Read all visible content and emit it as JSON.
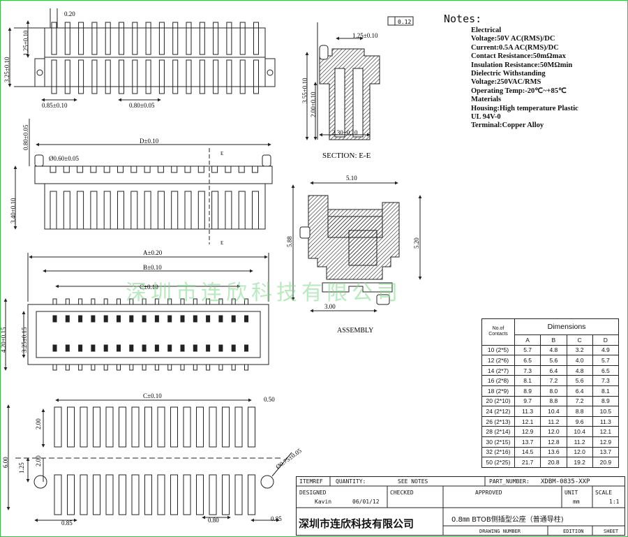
{
  "dims_top": {
    "d020": "0.20",
    "d125": "1.25±0.10",
    "d325": "3.25±0.10",
    "d085": "0.85±0.10",
    "d080": "0.80±0.05"
  },
  "dims_side": {
    "d": "D±0.10",
    "d080": "0.80±0.05",
    "phi": "Ø0.60±0.05",
    "d340": "3.40±0.10",
    "e": "E"
  },
  "dims_front": {
    "a": "A±0.20",
    "b": "B±0.10",
    "c": "C±0.10",
    "d420": "4.20±0.15",
    "d325": "3.25±0.15"
  },
  "dims_pad": {
    "c": "C±0.10",
    "d050": "0.50",
    "d200a": "2.00",
    "d600": "6.00",
    "d125": "1.25",
    "d200b": "2.00",
    "phi": "Ø0.75±0.05",
    "d085a": "0.85",
    "d080": "0.80",
    "d085b": "0.85"
  },
  "section": {
    "flatness": "0.12",
    "d125": "1.25±0.10",
    "d355": "3.55±0.10",
    "d200": "2.00±0.10",
    "d230": "2.30±0.10",
    "title": "SECTION: E-E"
  },
  "assembly": {
    "d510": "5.10",
    "d588": "5.88",
    "d520": "5.20",
    "d300": "3.00",
    "title": "ASSEMBLY"
  },
  "notes": {
    "title": "Notes:",
    "electrical": "Electrical",
    "voltage": "Voltage:50V AC(RMS)/DC",
    "current": "Current:0.5A AC(RMS)/DC",
    "contact_res": "Contact Resistance:50mΩmax",
    "insulation": "Insulation Resistance:50MΩmin",
    "dielectric": "Dielectric Withstanding",
    "voltage2": "Voltage:250VAC/RMS",
    "temp": "Operating Temp:-20℃~+85℃",
    "materials": "Materials",
    "housing": "Housing:High temperature Plastic",
    "ul": "UL 94V-0",
    "terminal": "Terminal:Copper Alloy"
  },
  "table": {
    "col_contacts": "No.of Contacts",
    "col_dimensions": "Dimensions",
    "cols": [
      "A",
      "B",
      "C",
      "D"
    ],
    "rows": [
      [
        "10 (2*5)",
        "5.7",
        "4.8",
        "3.2",
        "4.9"
      ],
      [
        "12 (2*6)",
        "6.5",
        "5.6",
        "4.0",
        "5.7"
      ],
      [
        "14 (2*7)",
        "7.3",
        "6.4",
        "4.8",
        "6.5"
      ],
      [
        "16 (2*8)",
        "8.1",
        "7.2",
        "5.6",
        "7.3"
      ],
      [
        "18 (2*9)",
        "8.9",
        "8.0",
        "6.4",
        "8.1"
      ],
      [
        "20 (2*10)",
        "9.7",
        "8.8",
        "7.2",
        "8.9"
      ],
      [
        "24 (2*12)",
        "11.3",
        "10.4",
        "8.8",
        "10.5"
      ],
      [
        "26 (2*13)",
        "12.1",
        "11.2",
        "9.6",
        "11.3"
      ],
      [
        "28 (2*14)",
        "12.9",
        "12.0",
        "10.4",
        "12.1"
      ],
      [
        "30 (2*15)",
        "13.7",
        "12.8",
        "11.2",
        "12.9"
      ],
      [
        "32 (2*16)",
        "14.5",
        "13.6",
        "12.0",
        "13.7"
      ],
      [
        "50 (2*25)",
        "21.7",
        "20.8",
        "19.2",
        "20.9"
      ]
    ]
  },
  "watermark": "深圳市连欣科技有限公司",
  "title_block": {
    "itemref": "ITEMREF",
    "quantity": "QUANTITY:",
    "see_notes": "SEE NOTES",
    "part_number_label": "PART_NUMBER:",
    "part_number": "XDBM-0835-XXP",
    "designed": "DESIGNED",
    "designer": "Kavin",
    "date": "06/01/12",
    "checked": "CHECKED",
    "approved": "APPROVED",
    "unit": "UNIT",
    "unit_val": "mm",
    "scale": "SCALE",
    "scale_val": "1:1",
    "company": "深圳市连欣科技有限公司",
    "product": "0.8㎜ BTOB侧插型公座（普通导柱)",
    "drawing_number": "DRAWING NUMBER",
    "edition": "EDITION",
    "sheet": "SHEET"
  }
}
